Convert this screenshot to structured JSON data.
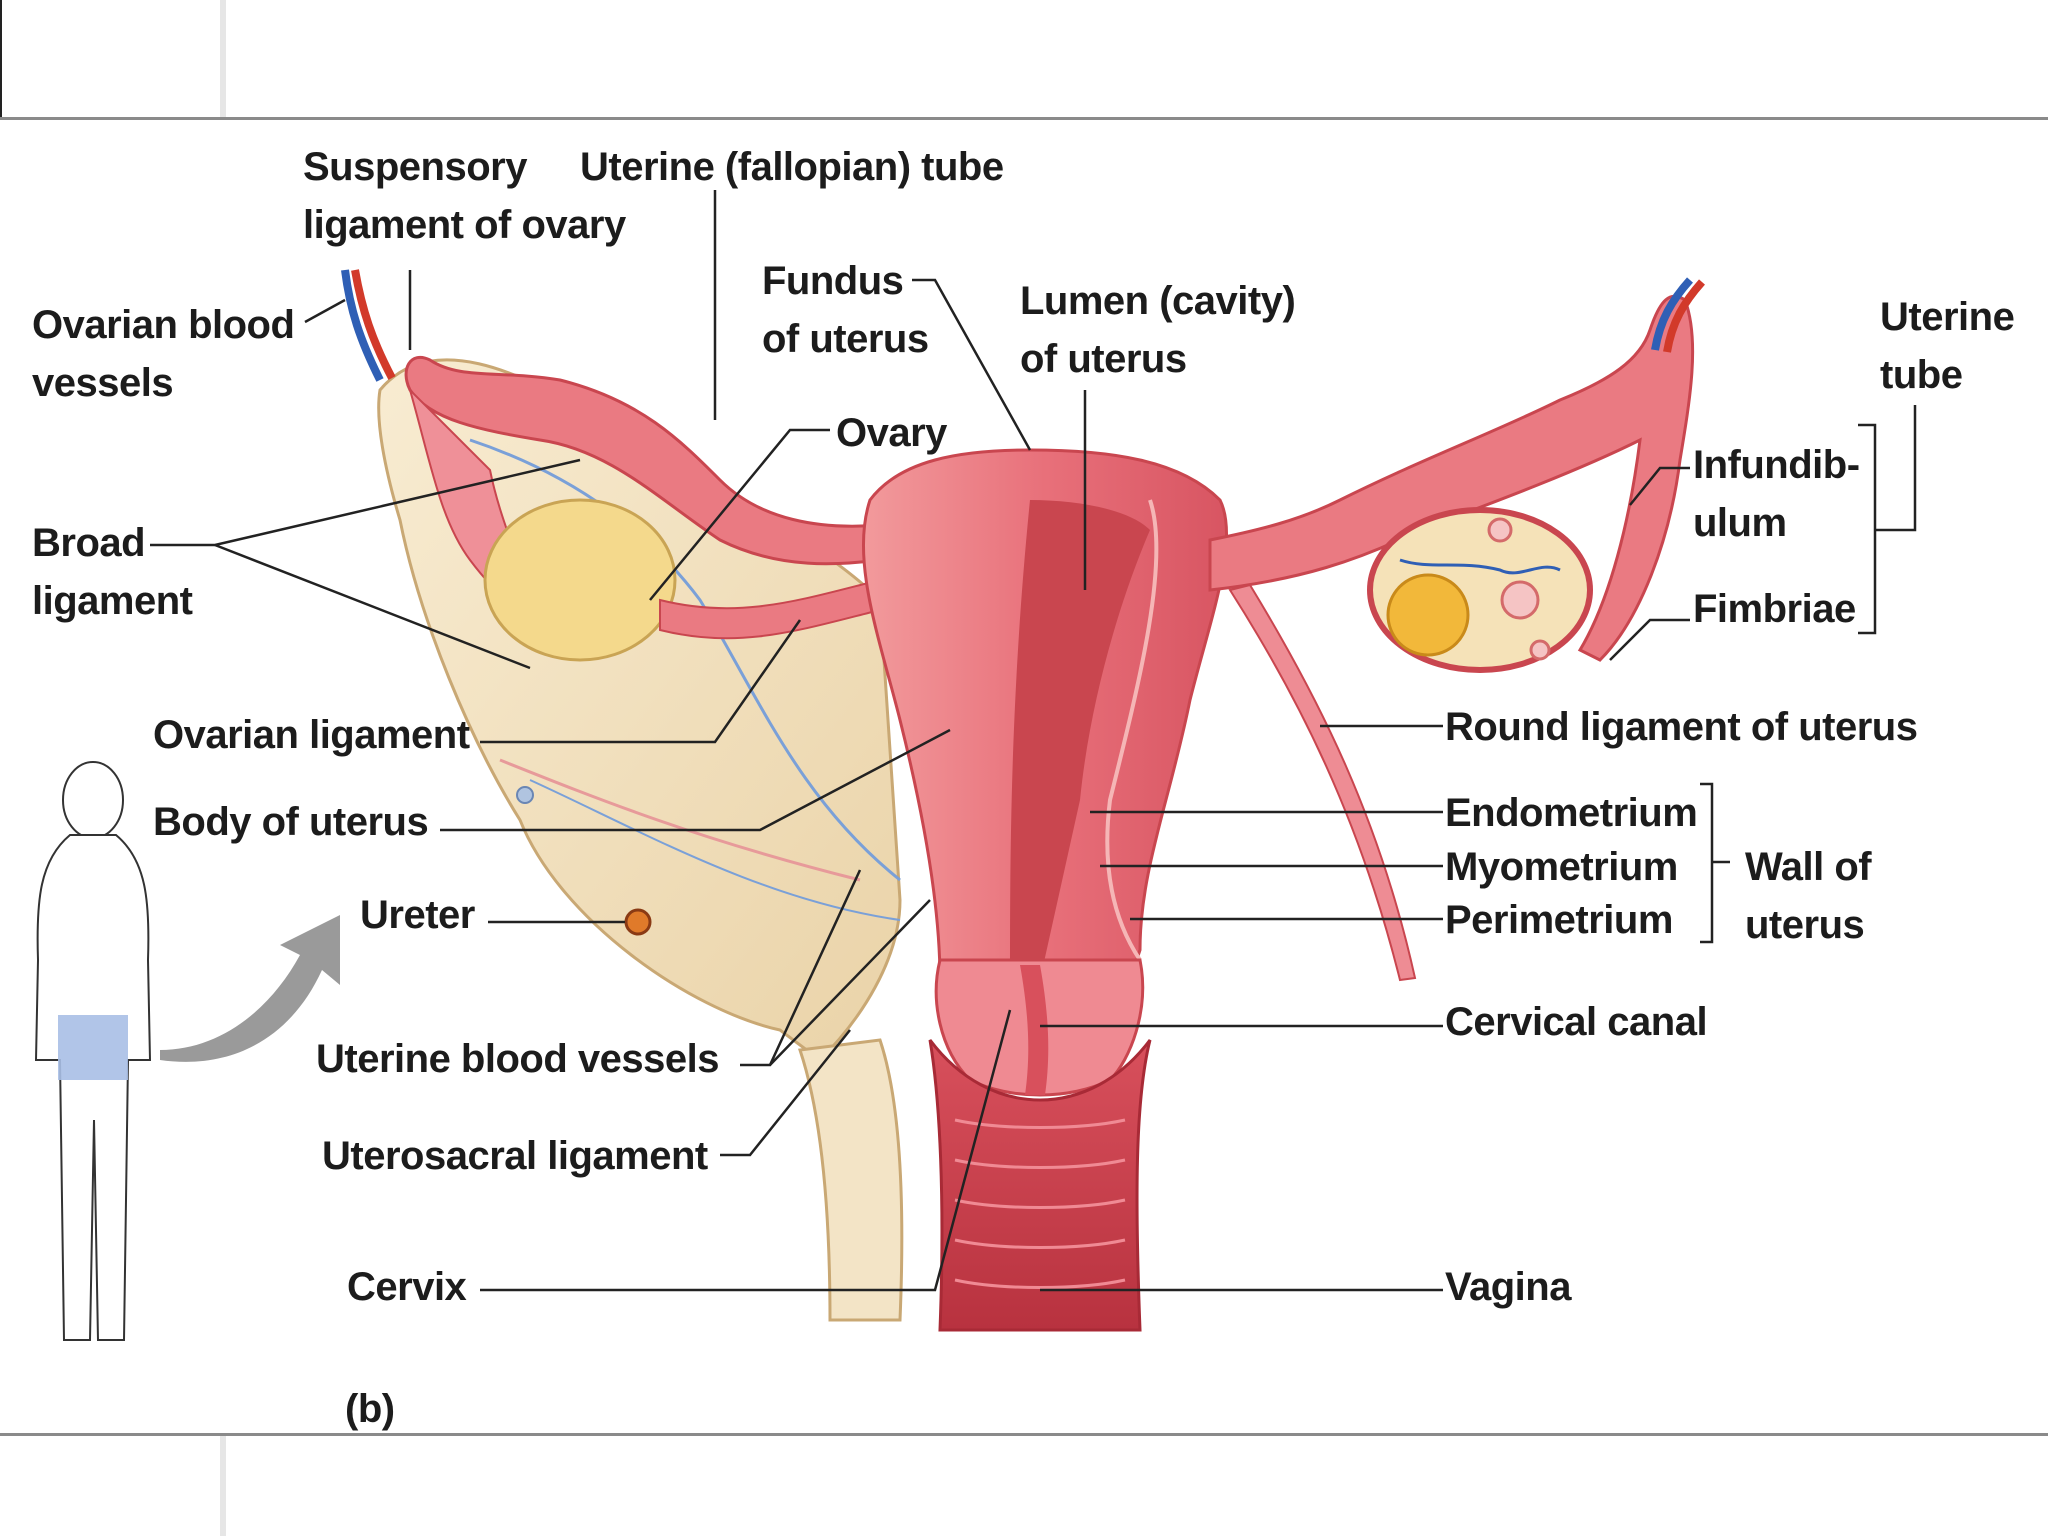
{
  "labels": {
    "suspensory_ligament": [
      "Suspensory",
      "ligament of ovary"
    ],
    "uterine_fallopian_tube": "Uterine (fallopian) tube",
    "ovarian_blood_vessels": [
      "Ovarian blood",
      "vessels"
    ],
    "fundus": [
      "Fundus",
      "of uterus"
    ],
    "lumen": [
      "Lumen (cavity)",
      "of uterus"
    ],
    "uterine_tube": [
      "Uterine",
      "tube"
    ],
    "ovary": "Ovary",
    "infundibulum": [
      "Infundib-",
      "ulum"
    ],
    "broad_ligament": [
      "Broad",
      "ligament"
    ],
    "fimbriae": "Fimbriae",
    "ovarian_ligament": "Ovarian ligament",
    "round_ligament": "Round ligament of uterus",
    "body_of_uterus": "Body of uterus",
    "endometrium": "Endometrium",
    "myometrium": "Myometrium",
    "perimetrium": "Perimetrium",
    "wall_of_uterus": [
      "Wall of",
      "uterus"
    ],
    "ureter": "Ureter",
    "cervical_canal": "Cervical canal",
    "uterine_blood_vessels": "Uterine blood vessels",
    "uterosacral_ligament": "Uterosacral ligament",
    "cervix": "Cervix",
    "vagina": "Vagina",
    "panel": "(b)"
  },
  "colors": {
    "tissue": "#e8707a",
    "tissue_light": "#f2a0a2",
    "tissue_dark": "#c9464f",
    "broad_ligament": "#f3e4c6",
    "ovary_fill": "#f5d98a",
    "corpus": "#f2b83a",
    "vein": "#2f5fb5",
    "artery": "#d23a2a",
    "silhouette_highlight": "#a8bfe6",
    "arrow": "#9a9a9a",
    "leader": "#222222"
  }
}
